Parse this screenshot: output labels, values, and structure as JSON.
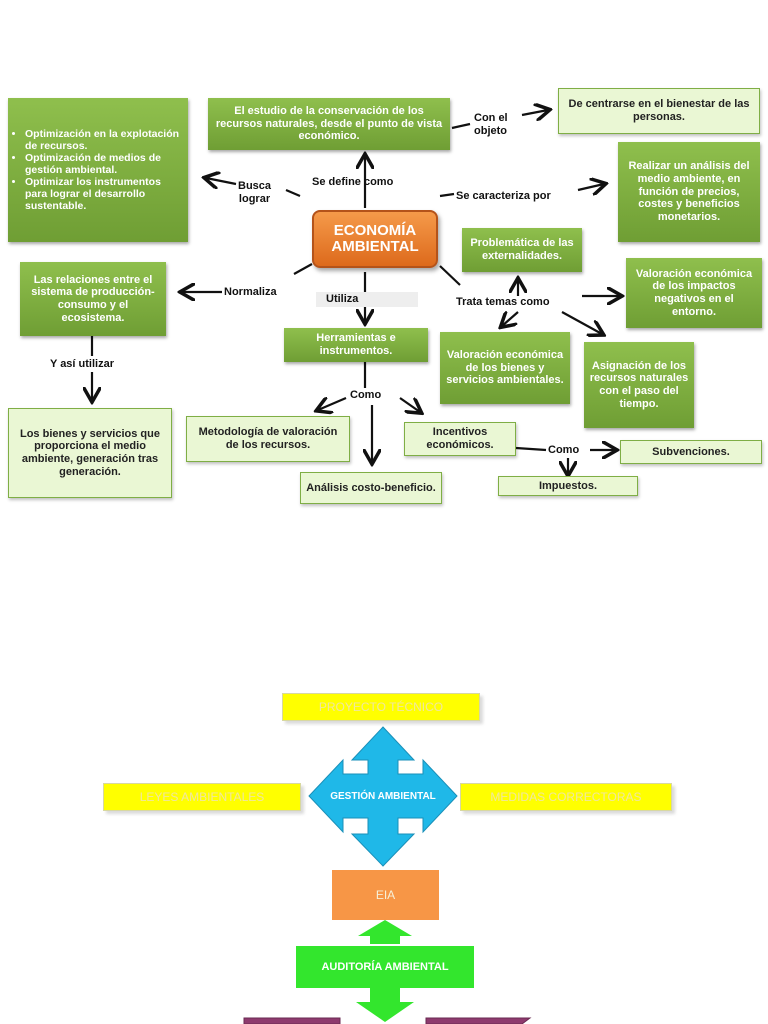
{
  "map1": {
    "core": [
      "ECONOMÍA",
      "AMBIENTAL"
    ],
    "objetivos": [
      "Optimización en la explotación de recursos.",
      "Optimización de medios de gestión ambiental.",
      "Optimizar los instrumentos para lograr el desarrollo sustentable."
    ],
    "definicion": "El estudio de la conservación de los recursos naturales, desde el punto de vista económico.",
    "objeto": "De centrarse en el bienestar de las personas.",
    "caracteristica": "Realizar un análisis del medio ambiente, en función de precios, costes y beneficios monetarios.",
    "relaciones": "Las relaciones entre el sistema de producción-consumo y el ecosistema.",
    "bienes_servicios": "Los bienes y servicios que proporciona el medio ambiente, generación tras generación.",
    "problematica": "Problemática de las externalidades.",
    "valoracion_impactos": "Valoración económica de los impactos negativos en el entorno.",
    "valoracion_bienes": "Valoración económica de los bienes y servicios ambientales.",
    "asignacion": "Asignación de los recursos naturales con el paso del tiempo.",
    "herramientas": "Herramientas e instrumentos.",
    "metodologia": "Metodología de valoración de los recursos.",
    "analisis": "Análisis costo-beneficio.",
    "incentivos": "Incentivos económicos.",
    "subvenciones": "Subvenciones.",
    "impuestos": "Impuestos.",
    "labels": {
      "se_define": "Se define como",
      "con_el_objeto": "Con el\nobjeto",
      "busca_lograr": "Busca\nlograr",
      "se_caracteriza": "Se caracteriza por",
      "normaliza": "Normaliza",
      "utiliza": "Utiliza",
      "trata_temas": "Trata temas como",
      "y_asi": "Y así utilizar",
      "como1": "Como",
      "como2": "Como"
    }
  },
  "map2": {
    "proyecto": "PROYECTO TÉCNICO",
    "gestion": "GESTIÓN AMBIENTAL",
    "leyes": "LEYES AMBIENTALES",
    "medidas": "MEDIDAS CORRECTORAS",
    "eia": "EIA",
    "auditoria": "AUDITORÍA AMBIENTAL"
  },
  "colors": {
    "green": "#7cae3e",
    "light_green": "#eaf7d4",
    "orange": "#f08a35",
    "yellow": "#ffff00",
    "cyan": "#1fb8e8",
    "lime": "#33e62d",
    "purple": "#8e3a6e"
  }
}
